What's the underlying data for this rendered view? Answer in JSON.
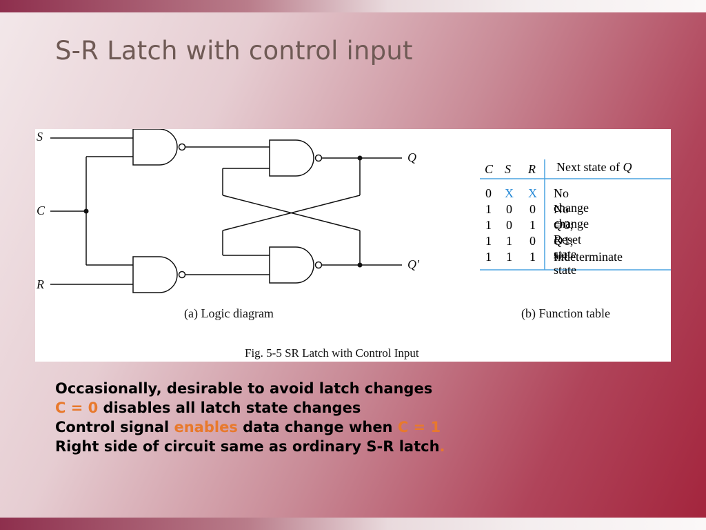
{
  "slide": {
    "title": "S-R Latch with control input"
  },
  "figure": {
    "inputs": {
      "s": "S",
      "c": "C",
      "r": "R"
    },
    "outputs": {
      "q": "Q",
      "qprime": "Q′"
    },
    "caption_a": "(a) Logic diagram",
    "caption_b": "(b) Function table",
    "fig_caption": "Fig. 5-5  SR Latch with Control Input"
  },
  "function_table": {
    "headers": {
      "c": "C",
      "s": "S",
      "r": "R",
      "next": "Next state of ",
      "next_q": "Q"
    },
    "rows": [
      {
        "c": "0",
        "s": "X",
        "r": "X",
        "q": "",
        "desc": "No change"
      },
      {
        "c": "1",
        "s": "0",
        "r": "0",
        "q": "",
        "desc": "No change"
      },
      {
        "c": "1",
        "s": "0",
        "r": "1",
        "q": "Q",
        "desc": " = 0; Reset state"
      },
      {
        "c": "1",
        "s": "1",
        "r": "0",
        "q": "Q",
        "desc": " = 1; set state"
      },
      {
        "c": "1",
        "s": "1",
        "r": "1",
        "q": "",
        "desc": "Indeterminate"
      }
    ],
    "x_color": "#2a8bd6",
    "rule_color": "#4aa3e0"
  },
  "bullets": {
    "line1": "Occasionally, desirable to avoid latch changes",
    "line2_hl": "C = 0",
    "line2_rest": " disables all latch state changes",
    "line3_a": "Control signal ",
    "line3_hl": "enables",
    "line3_b": " data change when ",
    "line3_hl2": "C = 1",
    "line4": "Right side of circuit same as ordinary S-R latch",
    "line4_dot": "."
  },
  "colors": {
    "highlight": "#e8792c",
    "title": "#6f5a55"
  }
}
